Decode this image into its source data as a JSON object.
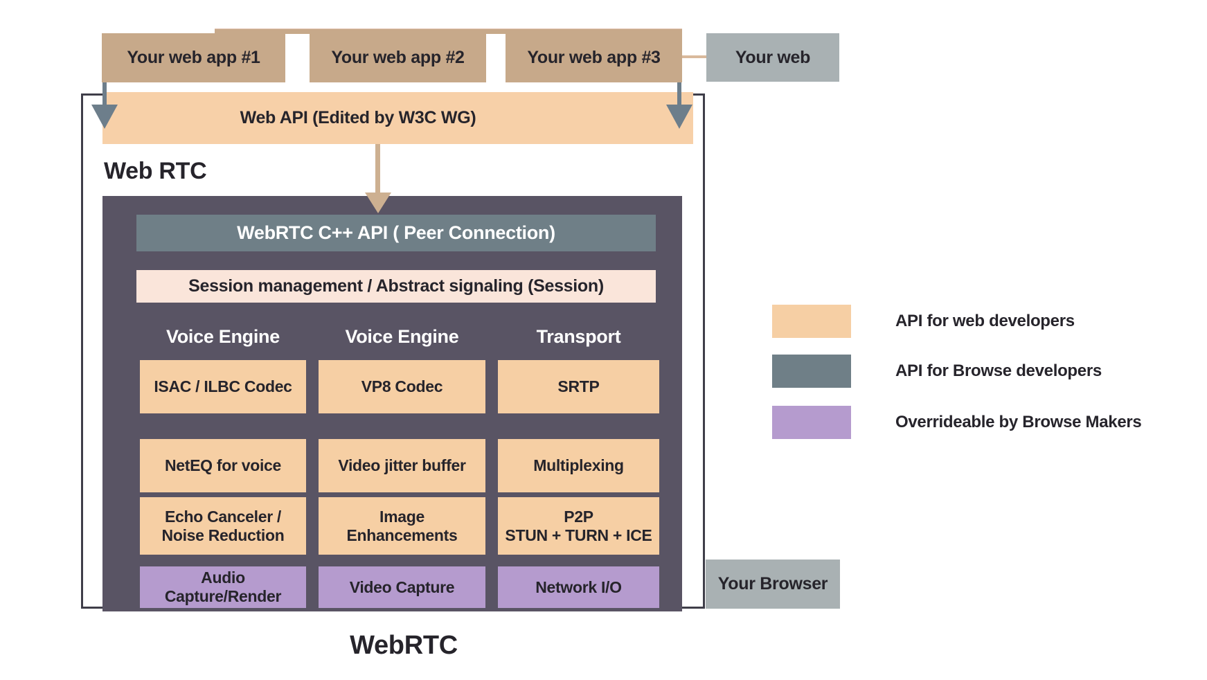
{
  "colors": {
    "tan_box": "#c7a98a",
    "peach_bar": "#f7d0a8",
    "slate_bar": "#6f7f87",
    "dark_panel": "#595464",
    "pink_bar": "#fae5da",
    "orange_cell": "#f6cfa4",
    "purple_cell": "#b59bce",
    "gray_box": "#a9b1b3",
    "slate_arrow": "#6d7e8b",
    "tan_arrow": "#cdb091",
    "outer_border": "#3f3e49",
    "text": "#26242b"
  },
  "top_row": {
    "apps": [
      {
        "label": "Your web app #1"
      },
      {
        "label": "Your web app #2"
      },
      {
        "label": "Your web app #3"
      }
    ],
    "your_web": "Your web"
  },
  "web_api_bar": "Web API (Edited by W3C WG)",
  "web_rtc_heading": "Web RTC",
  "panel": {
    "cpp_api_bar": "WebRTC C++ API ( Peer Connection)",
    "session_bar": "Session management / Abstract signaling (Session)",
    "columns": [
      {
        "header": "Voice Engine",
        "cells": [
          {
            "label": "ISAC / ILBC Codec",
            "type": "api"
          },
          {
            "label": "NetEQ for voice",
            "type": "api"
          },
          {
            "label": "Echo Canceler /\nNoise Reduction",
            "type": "api"
          },
          {
            "label": "Audio\nCapture/Render",
            "type": "override"
          }
        ]
      },
      {
        "header": "Voice Engine",
        "cells": [
          {
            "label": "VP8 Codec",
            "type": "api"
          },
          {
            "label": "Video jitter buffer",
            "type": "api"
          },
          {
            "label": "Image\nEnhancements",
            "type": "api"
          },
          {
            "label": "Video Capture",
            "type": "override"
          }
        ]
      },
      {
        "header": "Transport",
        "cells": [
          {
            "label": "SRTP",
            "type": "api"
          },
          {
            "label": "Multiplexing",
            "type": "api"
          },
          {
            "label": "P2P\nSTUN + TURN + ICE",
            "type": "api"
          },
          {
            "label": "Network I/O",
            "type": "override"
          }
        ]
      }
    ]
  },
  "legend": {
    "items": [
      {
        "swatch_color": "#f6cfa4",
        "label": "API for web developers"
      },
      {
        "swatch_color": "#6f7f87",
        "label": "API for Browse developers"
      },
      {
        "swatch_color": "#b59bce",
        "label": "Overrideable by Browse Makers"
      }
    ]
  },
  "your_browser": "Your Browser",
  "bottom_caption": "WebRTC"
}
